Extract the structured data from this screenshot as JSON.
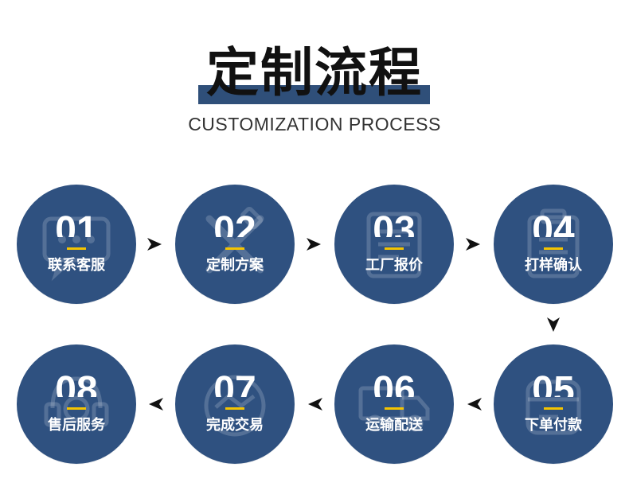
{
  "header": {
    "title": "定制流程",
    "subtitle": "CUSTOMIZATION PROCESS"
  },
  "colors": {
    "circle": "#2f5180",
    "accent_line": "#f5c400",
    "title_bar": "#2f4f79",
    "arrow": "#111111"
  },
  "steps": [
    {
      "num": "01",
      "label": "联系客服",
      "icon": "chat-icon"
    },
    {
      "num": "02",
      "label": "定制方案",
      "icon": "tools-icon"
    },
    {
      "num": "03",
      "label": "工厂报价",
      "icon": "quote-document-icon"
    },
    {
      "num": "04",
      "label": "打样确认",
      "icon": "clipboard-icon"
    },
    {
      "num": "05",
      "label": "下单付款",
      "icon": "payment-icon"
    },
    {
      "num": "06",
      "label": "运输配送",
      "icon": "truck-icon"
    },
    {
      "num": "07",
      "label": "完成交易",
      "icon": "handshake-icon"
    },
    {
      "num": "08",
      "label": "售后服务",
      "icon": "support-icon"
    }
  ]
}
